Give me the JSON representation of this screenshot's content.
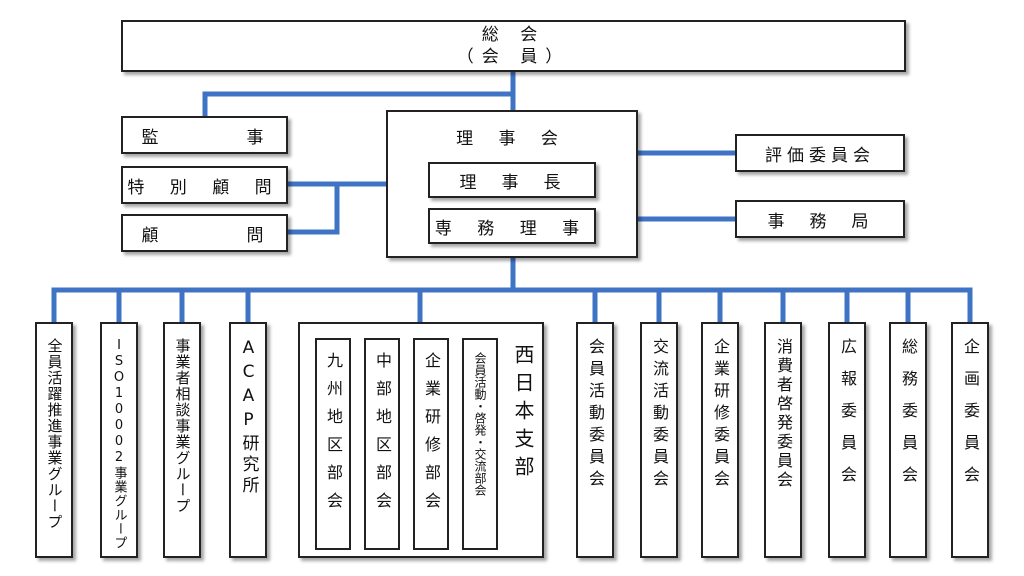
{
  "top": {
    "line1": "総 会",
    "line2": "（会 員）"
  },
  "left": {
    "auditor": "監　　　　事",
    "special_advisor": "特 別 顧 問",
    "advisor": "顧　　　　問"
  },
  "board": {
    "title": "理 事 会",
    "chair": "理　事　長",
    "executive": "専 務 理 事"
  },
  "right": {
    "evaluation": "評価委員会",
    "secretariat": "事　務　局"
  },
  "groups": [
    "全員活躍推進事業グループ",
    "ISO10002事業グループ",
    "事業者相談事業グループ",
    "ACAP研究所"
  ],
  "west_branch": {
    "title": "西日本支部",
    "sub": [
      "九州地区部会",
      "中部地区部会",
      "企業研修部会",
      "会員活動・啓発・交流部会"
    ]
  },
  "committees": [
    "会員活動委員会",
    "交流活動委員会",
    "企業研修委員会",
    "消費者啓発委員会",
    "広報委員会",
    "総務委員会",
    "企画委員会"
  ],
  "colors": {
    "connector": "#3f74c4",
    "border": "#222222"
  }
}
